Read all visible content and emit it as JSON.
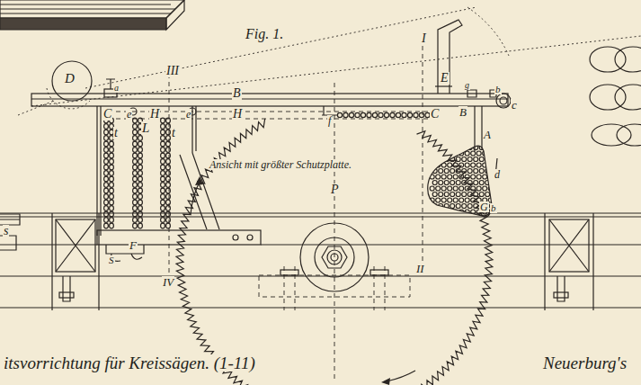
{
  "diagram": {
    "labels": [
      "Fig. 1.",
      "I",
      "III",
      "D",
      "a",
      "B",
      "E",
      "g",
      "b",
      "c",
      "C",
      "e",
      "H",
      "e",
      "H",
      "f",
      "C",
      "B",
      "t",
      "L",
      "t",
      "A",
      "Ansicht mit größter Schutzplatte.",
      "d",
      "P",
      "G",
      "b",
      "F",
      "S",
      "IV",
      "II",
      "s",
      "itsvorrichtung für Kreissägen. (1-11)",
      "Neuerburg's"
    ]
  }
}
